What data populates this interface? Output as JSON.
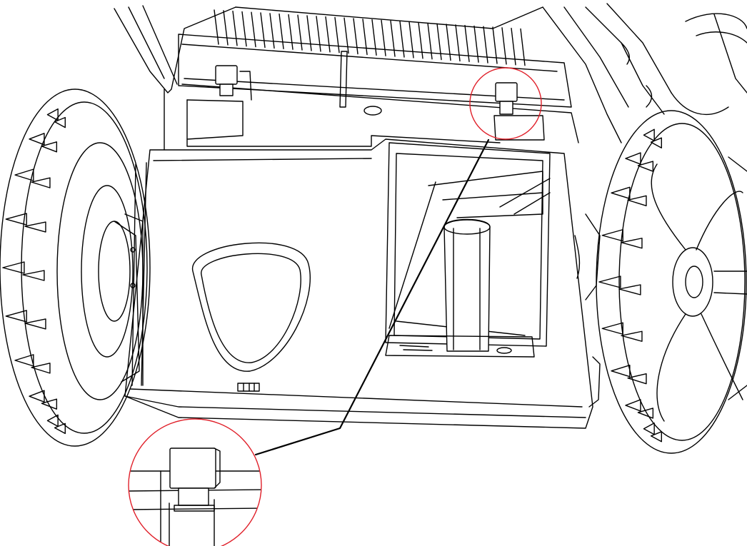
{
  "figure": {
    "subject": "lawn-mower-rear-view-grass-bag-latch",
    "highlight_color": "#e0202a",
    "line_color": "#000000",
    "background": "#ffffff",
    "callouts": [
      {
        "name": "bag-latch-clip",
        "detail": "zoomed-inset"
      }
    ]
  }
}
